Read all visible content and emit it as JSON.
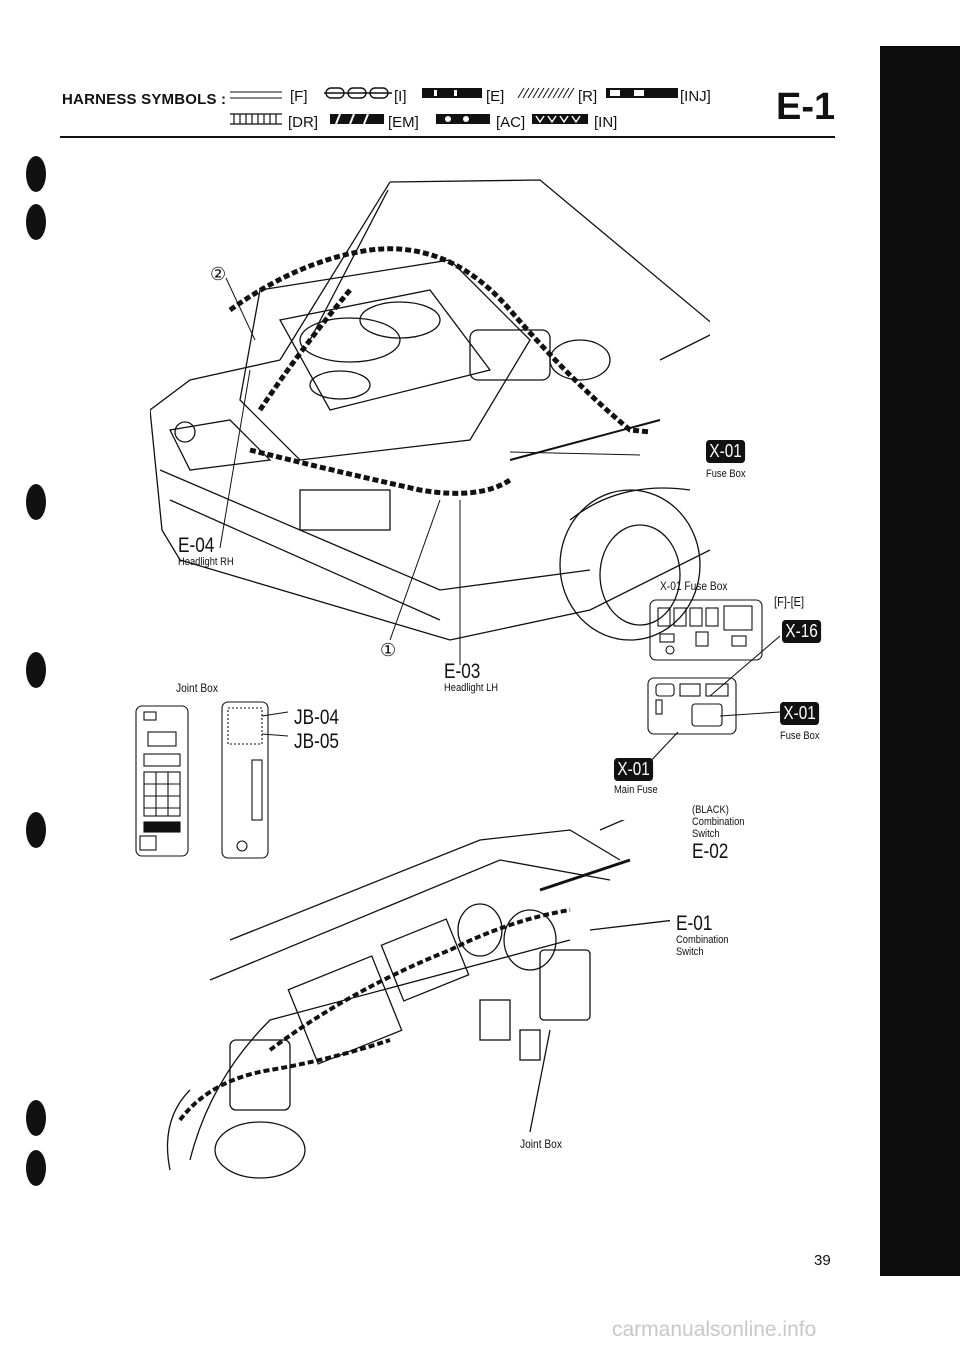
{
  "header": {
    "harness_symbols_label": "HARNESS SYMBOLS :",
    "symbol_tags": [
      "[F]",
      "[I]",
      "[E]",
      "[R]",
      "[INJ]",
      "[DR]",
      "[EM]",
      "[AC]",
      "[IN]"
    ],
    "page_code": "E-1"
  },
  "callouts": {
    "e04": {
      "code": "E-04",
      "name": "Headlight RH"
    },
    "e03": {
      "code": "E-03",
      "name": "Headlight LH"
    },
    "x01_fuse_top": {
      "code": "X-01",
      "name": "Fuse Box"
    },
    "fuse_box_title": "X-01 Fuse Box",
    "x16": {
      "qualifier": "[F]-[E]",
      "code": "X-16"
    },
    "x01_fuse_right": {
      "code": "X-01",
      "name": "Fuse Box"
    },
    "x01_main": {
      "code": "X-01",
      "name": "Main Fuse"
    },
    "joint_box_title": "Joint Box",
    "jb04": "JB-04",
    "jb05": "JB-05",
    "e02": {
      "color": "(BLACK)",
      "name_line1": "Combination",
      "name_line2": "Switch",
      "code": "E-02"
    },
    "e01": {
      "code": "E-01",
      "name_line1": "Combination",
      "name_line2": "Switch"
    },
    "joint_box_lower": "Joint Box",
    "marker_2": "②",
    "marker_1": "①"
  },
  "footer": {
    "page_number": "39",
    "watermark": "carmanualsonline.info"
  }
}
